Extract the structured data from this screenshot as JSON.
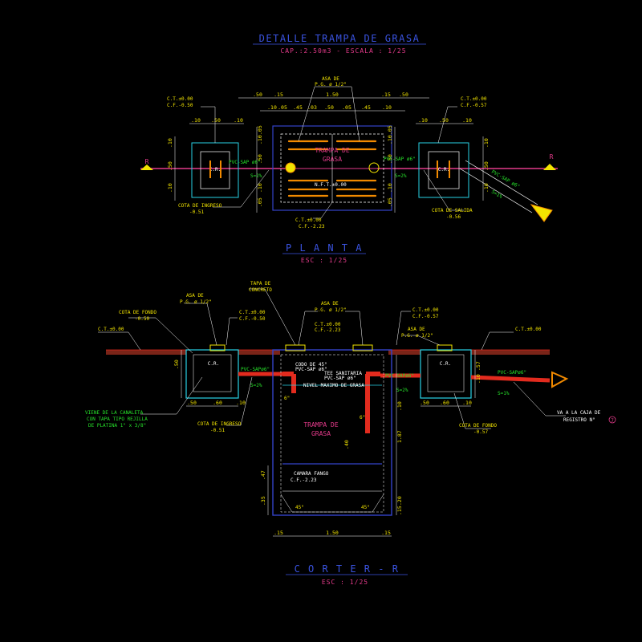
{
  "drawing": {
    "title": "DETALLE TRAMPA DE GRASA",
    "subtitle": "CAP.:2.50m3 - ESCALA : 1/25"
  },
  "plan": {
    "name": "P L A N T A",
    "scale": "ESC : 1/25",
    "section_marker": "R",
    "trap_label_1": "TRAMPA DE",
    "trap_label_2": "GRASA",
    "cr_label": "C.R.",
    "asa_1": "ASA DE",
    "asa_2": "P.G. ø 1/2\"",
    "ct_left": "C.T.±0.00",
    "cf_left": "C.F.-0.50",
    "ct_right": "C.T.±0.00",
    "cf_right": "C.F.-0.57",
    "pvc_in": "PVC-SAP ø6\"",
    "pvc_out": "PVC-SAP ø6\"",
    "pvc_diag": "PVC-SAP ø6\"",
    "slope_in": "S=2%",
    "slope_out": "S=2%",
    "slope_diag": "S=1%",
    "cota_ingreso": "COTA DE INGRESO",
    "cota_ingreso_val": "-0.51",
    "cota_salida": "COTA DE SALIDA",
    "cota_salida_val": "-0.56",
    "ct_bottom": "C.T.±0.00",
    "cf_bottom": "C.F.-2.23",
    "nft": "N.F.T.±0.00",
    "dims": {
      "top_50a": ".50",
      "top_15a": ".15",
      "top_150": "1.50",
      "top_15b": ".15",
      "top_50b": ".50",
      "mid_10a": ".10",
      "mid_05a": ".05",
      "mid_45": ".45",
      "mid_03": ".03",
      "mid_50": ".50",
      "mid_05b": ".05",
      "mid_45b": ".45",
      "mid_10b": ".10",
      "cr_l_10a": ".10",
      "cr_l_50": ".50",
      "cr_l_10b": ".10",
      "cr_r_10a": ".10",
      "cr_r_50": ".50",
      "cr_r_10b": ".10",
      "v_l_10a": ".10",
      "v_l_50": ".50",
      "v_l_10b": ".10",
      "v_r_10a": ".10",
      "v_r_50": ".50",
      "v_r_10b": ".10",
      "v_t_05a": ".05",
      "v_t_10": ".10",
      "v_t_50": ".50",
      "v_t_10b": ".10",
      "v_t_05b": ".05",
      "v_t2_05": ".05",
      "v_t2_10": ".10",
      "v_t2_50": ".50",
      "v_t2_10b": ".10",
      "v_t2_05b": ".05"
    }
  },
  "section": {
    "name": "C O R T E  R - R",
    "scale": "ESC : 1/25",
    "cr_left": "C.R.",
    "cr_right": "C.R.",
    "trap_label_1": "TRAMPA DE",
    "trap_label_2": "GRASA",
    "asa_l_1": "ASA DE",
    "asa_l_2": "P.G. ø 1/2\"",
    "asa_c_1": "ASA DE",
    "asa_c_2": "P.G. ø 1/2\"",
    "asa_r_1": "ASA DE",
    "asa_r_2": "P.G. ø 1/2\"",
    "tapa_1": "TAPA DE",
    "tapa_2": "CONCRETO",
    "cota_fondo_l": "COTA DE FONDO",
    "cota_fondo_l_val": "-0.50",
    "ct_l": "C.T.±0.00",
    "cf_l": "C.F.-0.50",
    "ct_far_l": "C.T.±0.00",
    "ct_c": "C.T.±0.00",
    "cf_c": "C.F.-2.23",
    "ct_r": "C.T.±0.00",
    "cf_r": "C.F.-0.57",
    "ct_far_r": "C.T.±0.00",
    "pvc_l": "PVC-SAPø6\"",
    "pvc_c": "PVC-SAPø6\"",
    "pvc_r": "PVC-SAPø6\"",
    "slope_l": "S=2%",
    "slope_c": "S=2%",
    "slope_r": "S=1%",
    "tee": "TEE SANITARIA",
    "tee_2": "PVC-SAP ø6\"",
    "codo_1": "CODO DE 45°",
    "codo_2": "PVC-SAP ø6\"",
    "nivel": "NIVEL MAXIMO DE GRASA",
    "canaleta_1": "VIENE DE LA CANALETA",
    "canaleta_2": "CON TAPA TIPO REJILLA",
    "canaleta_3": "DE PLATINA 1\" x 3/8\"",
    "cota_ingreso": "COTA DE INGRESO",
    "cota_ingreso_val": "-0.51",
    "cota_fondo_r": "COTA DE FONDO",
    "cota_fondo_r_val": "-0.57",
    "va_1": "VA A LA CAJA DE",
    "va_2": "REGISTRO N°",
    "va_num": "7",
    "camara": "CAMARA FANGO",
    "cf_camara": "C.F.-2.23",
    "ang_l": "45°",
    "ang_r": "45°",
    "pipe_6a": "6\"",
    "pipe_6b": "6\"",
    "dims": {
      "b_15a": ".15",
      "b_150": "1.50",
      "b_15b": ".15",
      "l_50": ".50",
      "l_60": ".60",
      "l_10": ".10",
      "r_50": ".50",
      "r_60": ".60",
      "r_10": ".10",
      "v_50": ".50",
      "v_47": ".47",
      "v_35": ".35",
      "v_40": ".40",
      "v_187": "1.87",
      "v_20": ".20",
      "v_15": ".15",
      "v_57": ".57",
      "v_10": ".10",
      "v_r10": ".10"
    }
  },
  "colors": {
    "background": "#000000",
    "title_blue": "#3a53e0",
    "magenta": "#e33a8a",
    "yellow": "#f2e400",
    "green": "#26e02a",
    "cyan": "#29d2e6",
    "red": "#e22b1e",
    "orange": "#f28a00",
    "blue_walls": "#3443c9"
  }
}
